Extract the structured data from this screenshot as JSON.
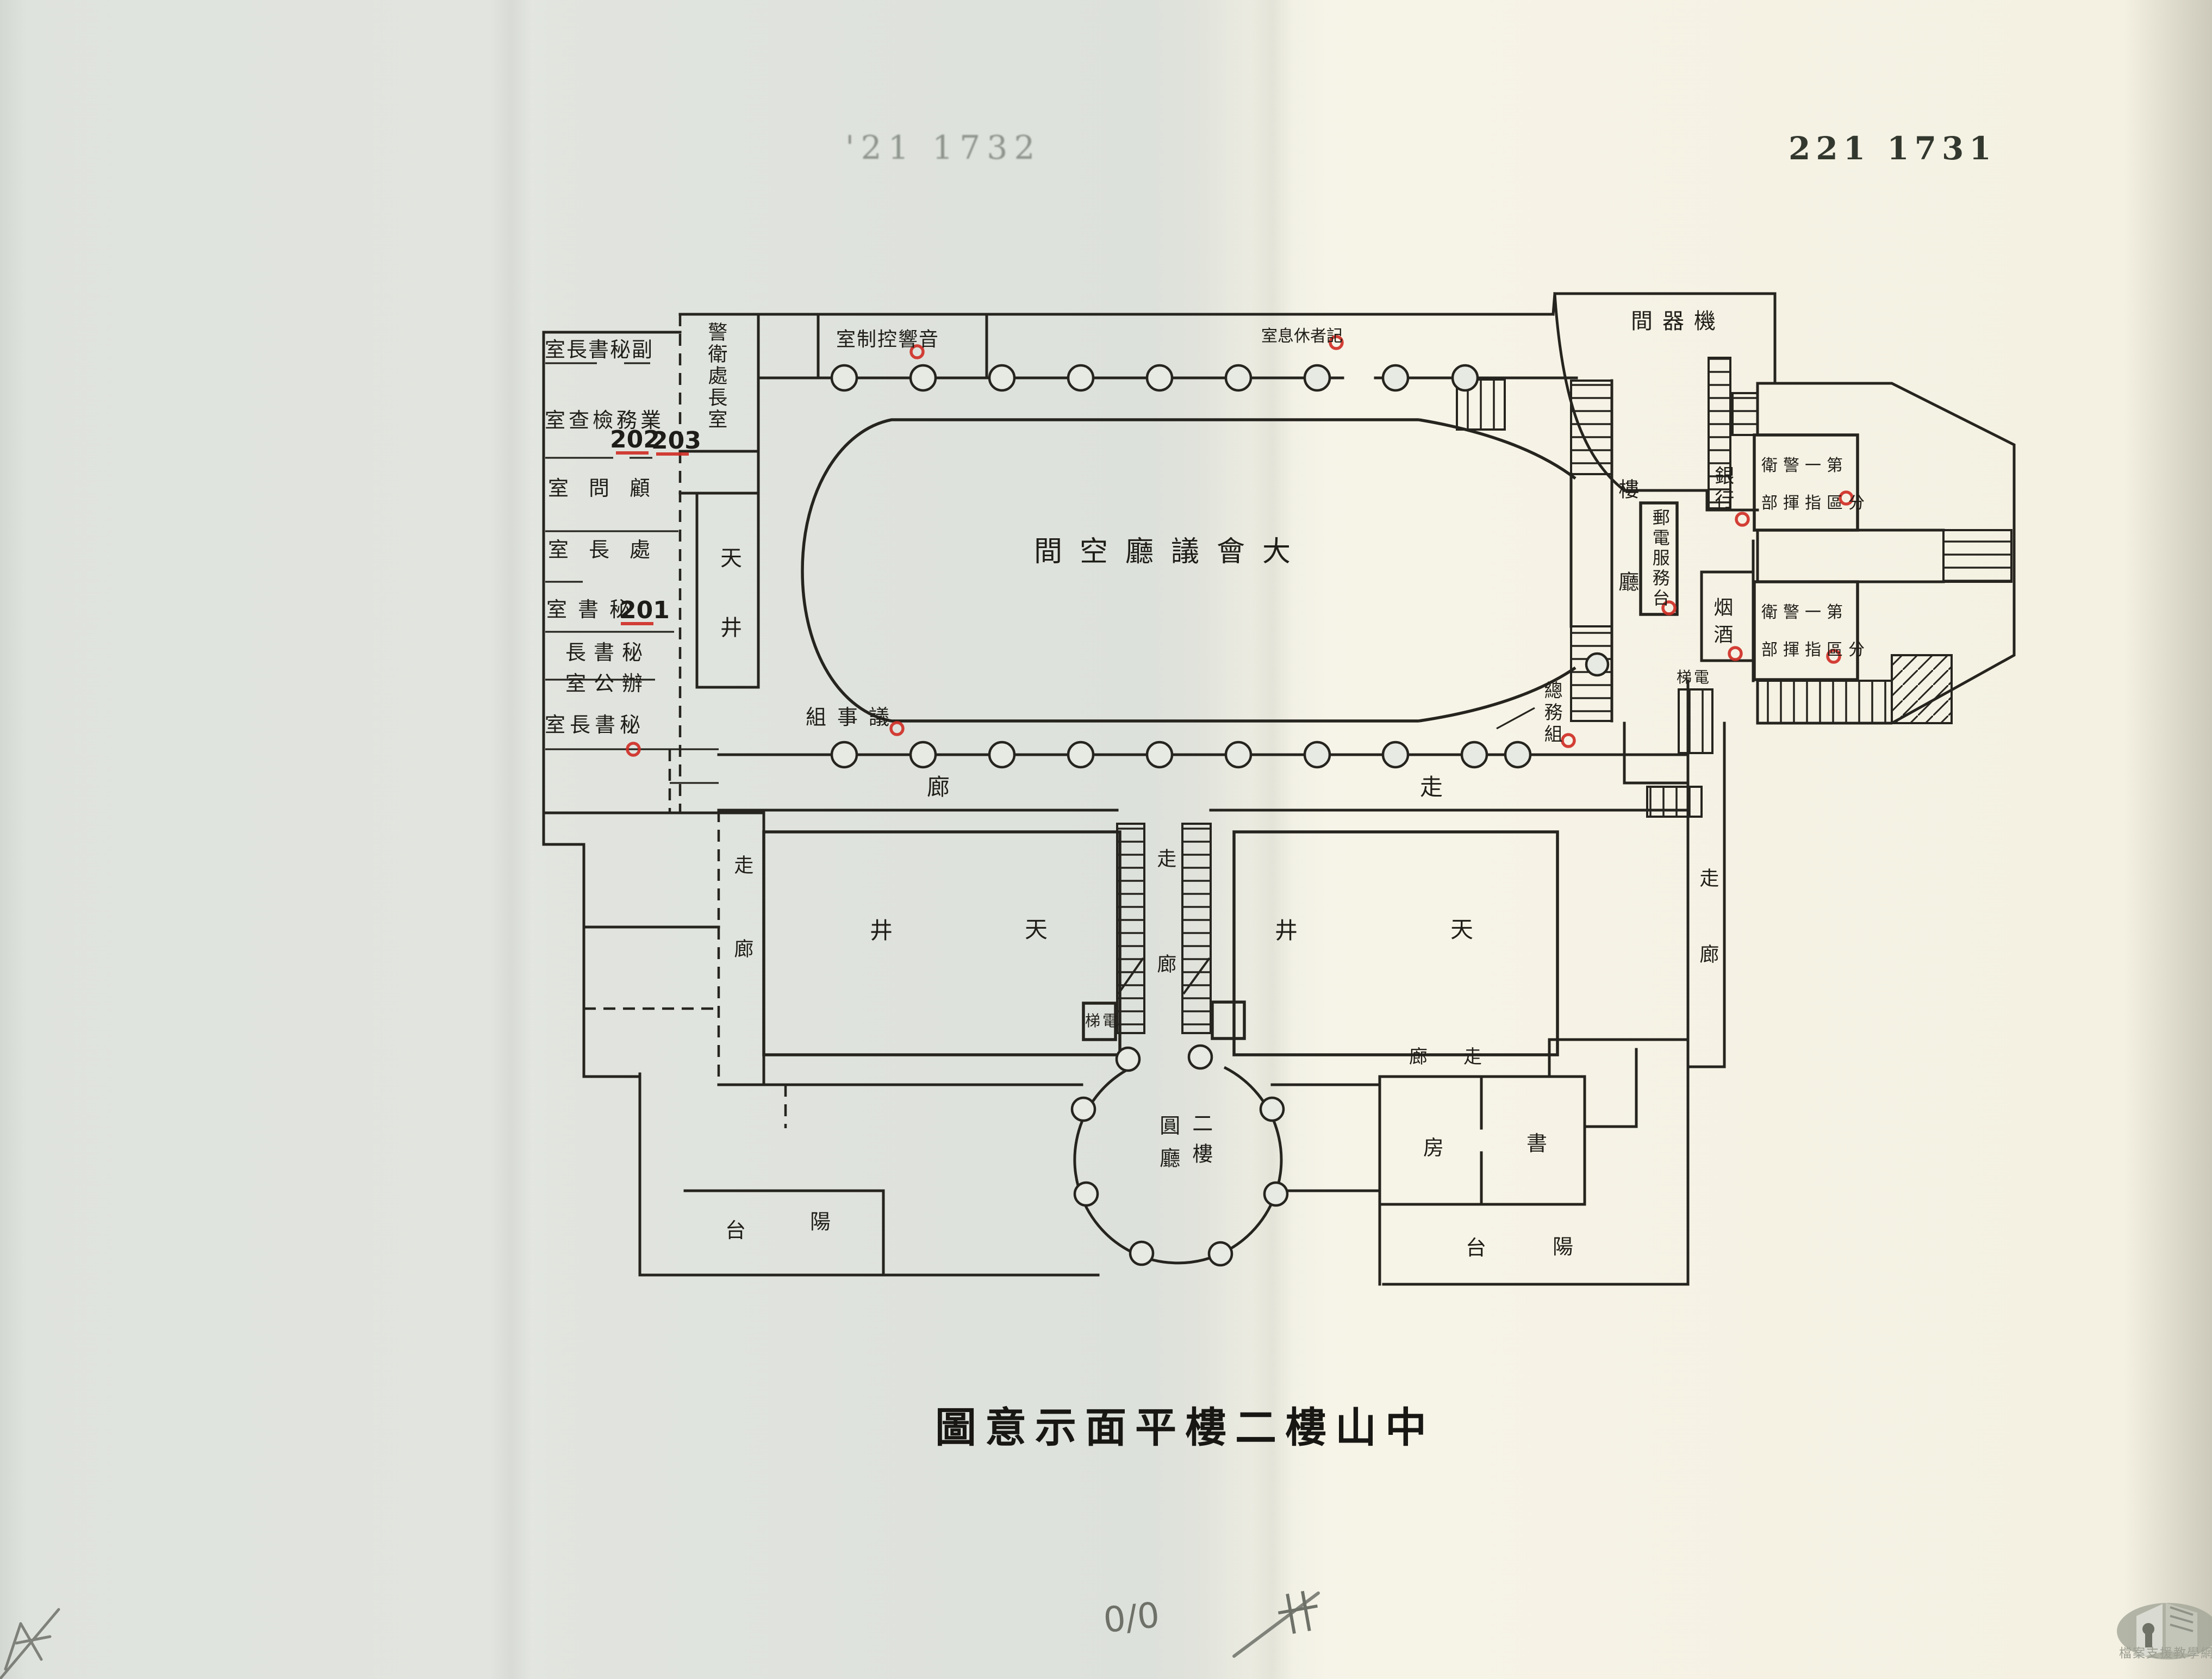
{
  "paper": {
    "ink": "#26241e",
    "red": "#cf2f26",
    "pencil": "#6d7168"
  },
  "stamps": {
    "faint": "'21 1732",
    "clear": "221 1731"
  },
  "title": "圖意示面平樓二樓山中",
  "left_wing": {
    "r1": "室長書秘副",
    "r2": "室查檢務業",
    "r3": "室問顧",
    "r4": "室長處",
    "r5": "室書秘",
    "r6": "長書秘\n室公辦",
    "r7": "室長書秘",
    "n201": "201",
    "n202": "202",
    "n203": "203",
    "guard_office": "警衛處長室",
    "lightwell": "天井"
  },
  "hall": {
    "name": "間空廳議會大",
    "audio": "室制控響音",
    "press": "室息休者記",
    "proceedings": "組事議",
    "general_affairs": "總務組"
  },
  "corridor": {
    "zou": "走",
    "lang": "廊",
    "zoulang": "走廊"
  },
  "north_wing": {
    "machine": "間器機",
    "bank": "銀行",
    "floor_hall": "樓廳",
    "post": "郵電服務台",
    "tobacco": "烟酒",
    "elevator": "梯電",
    "command": "衛警一第\n部揮指區分"
  },
  "center": {
    "tian": "天",
    "jing": "井",
    "round_right": "二樓",
    "round_left": "圓廳"
  },
  "south_wing": {
    "fang": "房",
    "shu": "書",
    "tai": "台",
    "yang": "陽"
  },
  "pencil_marks": {
    "m1": "0/0",
    "m2": "卄"
  },
  "watermark": "檔案支援教學網"
}
